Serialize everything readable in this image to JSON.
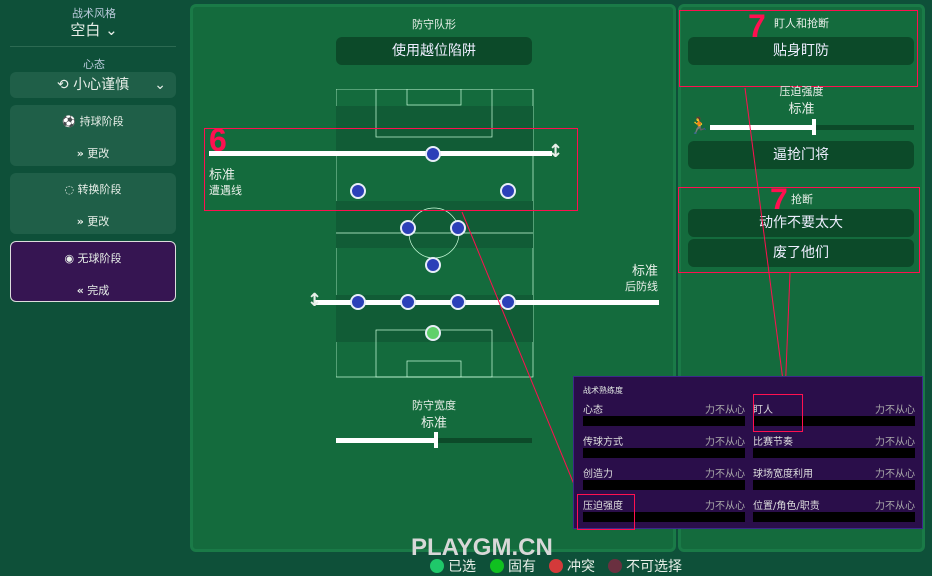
{
  "sidebar": {
    "style_label": "战术风格",
    "style_value": "空白",
    "mentality_label": "心态",
    "mentality_value": "小心谨慎",
    "phases": [
      {
        "label": "持球阶段",
        "action": "更改"
      },
      {
        "label": "转换阶段",
        "action": "更改"
      },
      {
        "label": "无球阶段",
        "action": "完成"
      }
    ]
  },
  "main": {
    "formation_label": "防守队形",
    "formation_button": "使用越位陷阱",
    "engagement": {
      "value": "标准",
      "label": "遭遇线"
    },
    "defline": {
      "value": "标准",
      "label": "后防线"
    },
    "width": {
      "label": "防守宽度",
      "value": "标准",
      "fraction": 0.5
    }
  },
  "right": {
    "marking_title": "盯人和抢断",
    "marking_button": "贴身盯防",
    "press_label": "压迫强度",
    "press_value": "标准",
    "press_fraction": 0.5,
    "press_button": "逼抢门将",
    "tackling_title": "抢断",
    "tackling_buttons": [
      "动作不要太大",
      "废了他们"
    ]
  },
  "familiarity": {
    "title": "战术熟练度",
    "rows": [
      {
        "label": "心态",
        "value": "力不从心"
      },
      {
        "label": "盯人",
        "value": "力不从心"
      },
      {
        "label": "传球方式",
        "value": "力不从心"
      },
      {
        "label": "比赛节奏",
        "value": "力不从心"
      },
      {
        "label": "创造力",
        "value": "力不从心"
      },
      {
        "label": "球场宽度利用",
        "value": "力不从心"
      },
      {
        "label": "压迫强度",
        "value": "力不从心"
      },
      {
        "label": "位置/角色/职责",
        "value": "力不从心"
      }
    ]
  },
  "annotations": [
    "6",
    "7",
    "7"
  ],
  "legend": [
    {
      "label": "已选",
      "color": "#1fc86a"
    },
    {
      "label": "固有",
      "color": "#10c020"
    },
    {
      "label": "冲突",
      "color": "#d43a3a"
    },
    {
      "label": "不可选择",
      "color": "#6a3040"
    }
  ],
  "watermark": "PLAYGM.CN"
}
